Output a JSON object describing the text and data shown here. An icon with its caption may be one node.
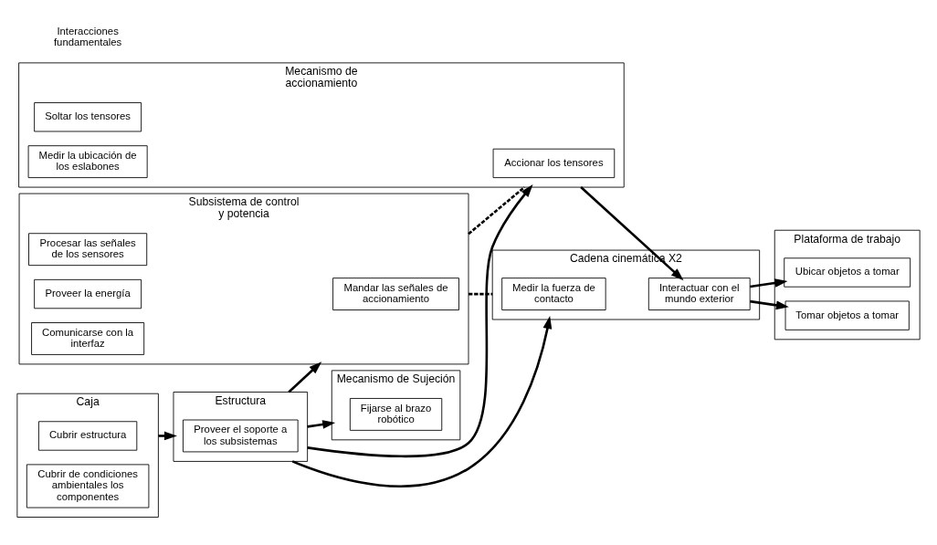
{
  "diagram": {
    "nodes": [
      {
        "text": [
          "Estructura"
        ]
      },
      {
        "text": [
          "Proveer el soporte a los subsistemas"
        ],
        "in": 0
      },
      {
        "text": [
          "Caja"
        ]
      },
      {
        "text": [
          "Cubrir estructura"
        ],
        "in": 2
      },
      {
        "text": [
          "Cubrir de condiciones ambientales los componentes"
        ],
        "in": 2
      },
      {
        "text": [
          "Cadena cinemática X2"
        ]
      },
      {
        "text": [
          "Medir la fuerza de contacto"
        ],
        "in": 5
      },
      {
        "text": [
          "Interactuar con el mundo exterior"
        ],
        "in": 5
      },
      {
        "text": [
          "Mecanismo de accionamiento"
        ]
      },
      {
        "text": [
          "Accionar los tensores"
        ],
        "in": 8
      },
      {
        "text": [
          "Soltar los tensores"
        ],
        "in": 8
      },
      {
        "text": [
          "Medir la ubicación de los eslabones"
        ],
        "in": 8
      },
      {
        "text": [
          "Subsistema de control y potencia"
        ]
      },
      {
        "text": [
          "Mandar las señales de accionamiento"
        ],
        "in": 12
      },
      {
        "text": [
          "Procesar las señales de los sensores"
        ],
        "in": 12
      },
      {
        "text": [
          "Proveer la energía"
        ],
        "in": 12
      },
      {
        "text": [
          "Comunicarse con la interfaz"
        ],
        "in": 12
      },
      {
        "text": [
          "Mecanismo de Sujeción"
        ]
      },
      {
        "text": [
          "Fijarse al brazo robótico"
        ],
        "in": 17
      },
      {
        "text": [
          "Plataforma de trabajo"
        ]
      },
      {
        "text": [
          "Ubicar objetos a tomar"
        ],
        "in": 19
      },
      {
        "text": [
          "Tomar objetos a tomar"
        ],
        "in": 19
      }
    ],
    "edges": [
      {
        "from": 2,
        "to": 0,
        "arrow": "to"
      },
      {
        "from": 0,
        "to": 5,
        "arrow": "to"
      },
      {
        "from": 0,
        "to": 8,
        "arrow": "to"
      },
      {
        "from": 0,
        "to": 12,
        "arrow": "to"
      },
      {
        "from": 0,
        "to": 17,
        "arrow": "to"
      },
      {
        "from": 8,
        "to": 7,
        "arrow": "to"
      },
      {
        "from": 7,
        "to": 20,
        "arrow": "to"
      },
      {
        "from": 7,
        "to": 21,
        "arrow": "to"
      },
      {
        "from": 12,
        "to": 8,
        "arrow": "none",
        "style": "dashed"
      },
      {
        "from": 12,
        "to": 5,
        "arrow": "none",
        "style": "dashed"
      }
    ],
    "labels": [
      "Interacciones fundamentales"
    ]
  }
}
